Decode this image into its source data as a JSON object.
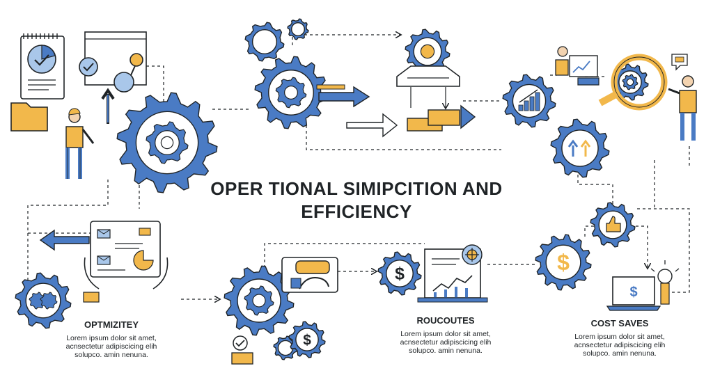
{
  "title": {
    "line1": "OPER TIONAL SIMIPCITION AND",
    "line2": "EFFICIENCY"
  },
  "sections": [
    {
      "heading": "OPTMIZITEY",
      "body": [
        "Lorem ipsum dolor sit amet,",
        "acnsectetur adipiscicing elih",
        "solupco. amin nenuna."
      ]
    },
    {
      "heading": "ROUCOUTES",
      "body": [
        "Lorem ipsum dolor sit amet,",
        "acnsectetur adipiscicing elih",
        "solupco. amin nenuna."
      ]
    },
    {
      "heading": "COST SAVES",
      "body": [
        "Lorem ipsum dolor sit amet,",
        "acnsectetur adipiscicing elih",
        "solupco. amin nenuna."
      ]
    }
  ],
  "colors": {
    "gear": "#4a7bc4",
    "accent": "#f2b84b",
    "ink": "#1f2326",
    "light": "#a9c7ea"
  },
  "icons": [
    "clipboard-chart-icon",
    "folder-icon",
    "target-icon",
    "dollar-icon",
    "thumbs-up-icon",
    "bar-chart-icon",
    "laptop-dollar-icon",
    "lightbulb-icon",
    "robot-arm-icon",
    "tablet-icon"
  ]
}
